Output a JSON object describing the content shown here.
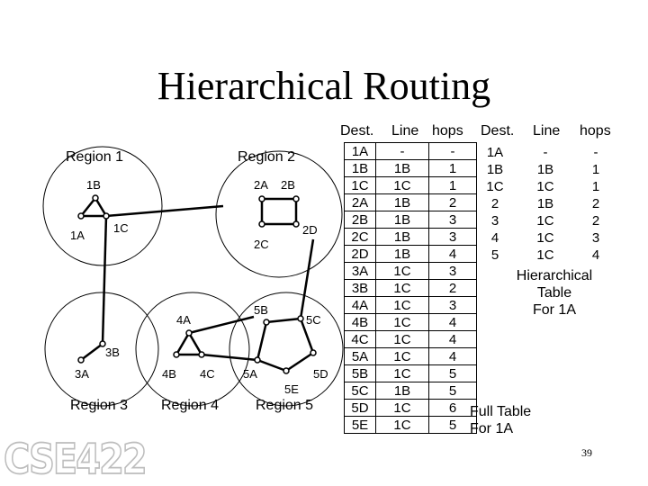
{
  "title": "Hierarchical Routing",
  "regions": [
    "Region 1",
    "Region 2",
    "Region 3",
    "Region 4",
    "Region 5"
  ],
  "routers": {
    "r1A": "1A",
    "r1B": "1B",
    "r1C": "1C",
    "r2A": "2A",
    "r2B": "2B",
    "r2C": "2C",
    "r2D": "2D",
    "r3A": "3A",
    "r3B": "3B",
    "r4A": "4A",
    "r4B": "4B",
    "r4C": "4C",
    "r5A": "5A",
    "r5B": "5B",
    "r5C": "5C",
    "r5D": "5D",
    "r5E": "5E"
  },
  "full_table": {
    "headers": {
      "dest": "Dest.",
      "line": "Line",
      "hops": "hops"
    },
    "dest": [
      "1A",
      "1B",
      "1C",
      "2A",
      "2B",
      "2C",
      "2D",
      "3A",
      "3B",
      "4A",
      "4B",
      "4C",
      "5A",
      "5B",
      "5C",
      "5D",
      "5E"
    ],
    "line": [
      "-",
      "1B",
      "1C",
      "1B",
      "1B",
      "1B",
      "1B",
      "1C",
      "1C",
      "1C",
      "1C",
      "1C",
      "1C",
      "1C",
      "1B",
      "1C",
      "1C"
    ],
    "hops": [
      "-",
      "1",
      "1",
      "2",
      "3",
      "3",
      "4",
      "3",
      "2",
      "3",
      "4",
      "4",
      "4",
      "5",
      "5",
      "6",
      "5"
    ],
    "caption_line1": "Full Table",
    "caption_line2": "For 1A"
  },
  "hier_table": {
    "headers": {
      "dest": "Dest.",
      "line": "Line",
      "hops": "hops"
    },
    "dest": [
      "1A",
      "1B",
      "1C",
      "2",
      "3",
      "4",
      "5"
    ],
    "line": [
      "-",
      "1B",
      "1C",
      "1B",
      "1C",
      "1C",
      "1C"
    ],
    "hops": [
      "-",
      "1",
      "1",
      "2",
      "2",
      "3",
      "4"
    ],
    "caption": [
      "Hierarchical",
      "Table",
      "For 1A"
    ]
  },
  "page_number": "39",
  "logo_text": "CSE422",
  "colors": {
    "ink": "#000000",
    "logo_outline": "#bdbdbd"
  }
}
